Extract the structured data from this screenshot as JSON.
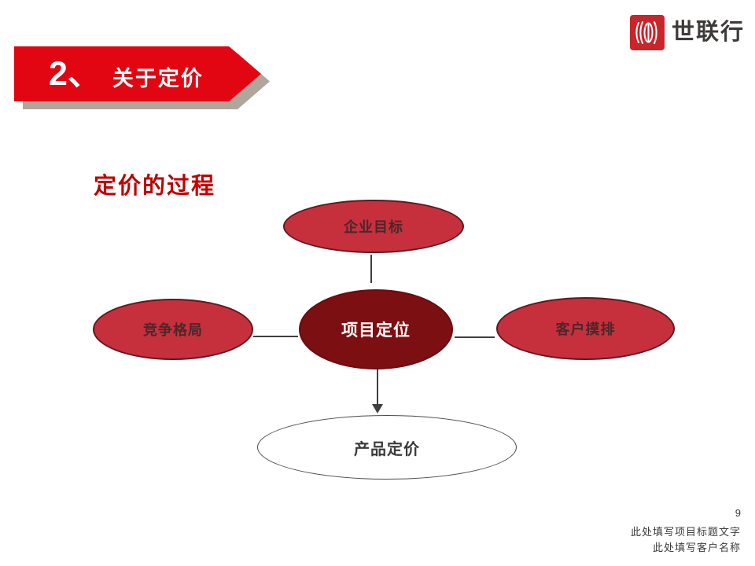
{
  "logo": {
    "brand": "世联行",
    "icon": "worldunion-seal-icon"
  },
  "banner": {
    "number": "2、",
    "title": "关于定价"
  },
  "heading": "定价的过程",
  "diagram": {
    "nodes": {
      "top": "企业目标",
      "left": "竞争格局",
      "center": "项目定位",
      "right": "客户摸排",
      "bottom": "产品定价"
    },
    "connections": [
      "top-to-center",
      "left-to-center",
      "right-to-center",
      "center-to-bottom-arrow"
    ]
  },
  "footer": {
    "page_number": "9",
    "project_placeholder": "此处填写项目标题文字",
    "client_placeholder": "此处填写客户名称"
  },
  "colors": {
    "banner_red": "#e20613",
    "banner_shadow": "#b1a69c",
    "node_red": "#c5303c",
    "node_border_dark": "#64161d",
    "node_center_dark_red": "#7c0f12",
    "heading_red": "#c00000",
    "logo_red": "#c9252b",
    "connector_gray": "#3f3f3f",
    "footer_text": "#3b3b3b"
  }
}
